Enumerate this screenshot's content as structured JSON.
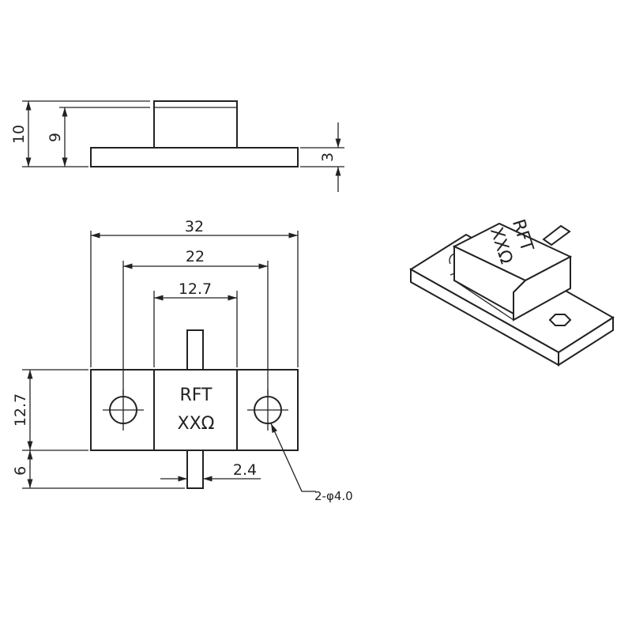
{
  "dimensions": {
    "side_total_height": "10",
    "side_body_height": "9",
    "side_flange_thickness": "3",
    "top_overall_width": "32",
    "top_hole_spacing": "22",
    "top_body_width": "12.7",
    "top_body_depth": "12.7",
    "top_tab_length": "6",
    "top_tab_width": "2.4",
    "hole_note": "2-φ4.0"
  },
  "marking": {
    "line1": "RFT",
    "line2": "XXΩ"
  },
  "iso_marking": {
    "line1": "RFT",
    "line2": "XXΩ"
  }
}
